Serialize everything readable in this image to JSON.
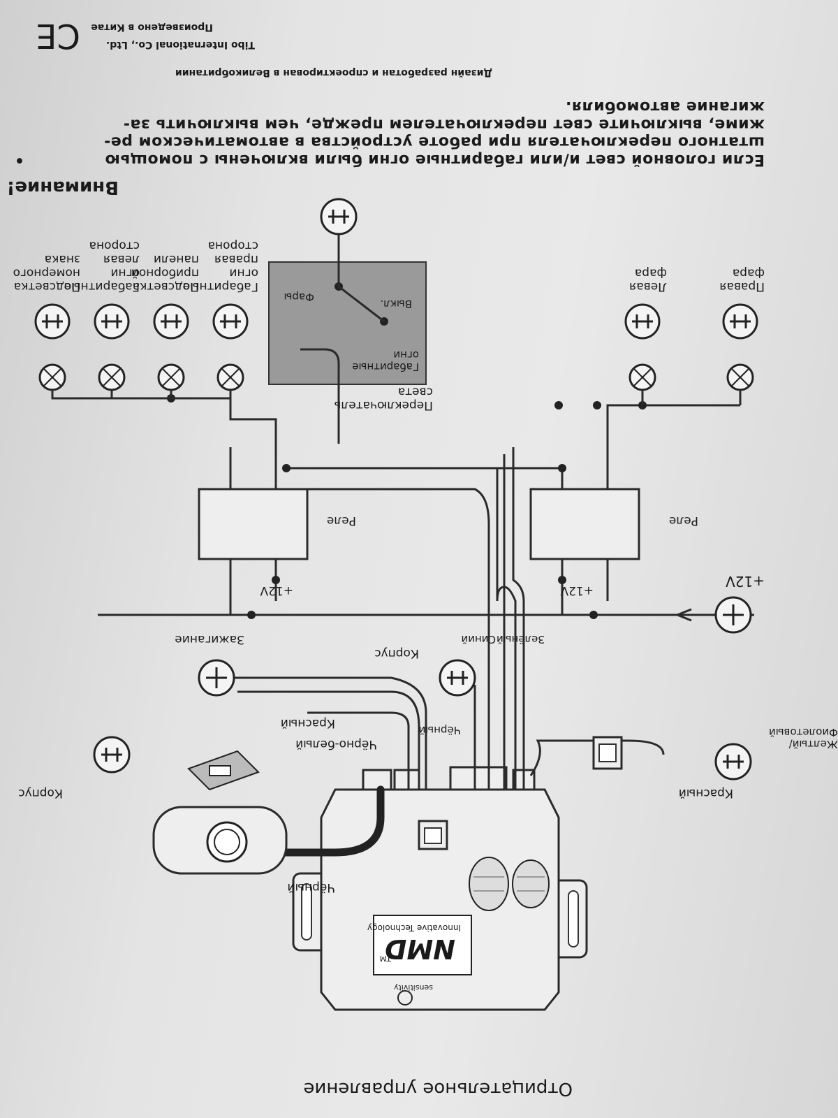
{
  "title": "Отрицательное управление",
  "brand": {
    "logo": "NMD",
    "tm": "TM",
    "tagline": "Innovative Technology",
    "sensitivity": "sensitivity"
  },
  "wires": {
    "black_sensor": "Чёрный",
    "black_white": "Чёрно-белый",
    "red_ignition": "Красный",
    "ignition": "Зажигание",
    "black_ground": "Чёрный",
    "yellow_violet": "Желтый/\nФиолетовый",
    "blue": "Синий",
    "green": "Зелёный",
    "red_fuse": "Красный",
    "ground_1": "Корпус",
    "ground_2": "Корпус"
  },
  "power": {
    "battery": "+12V",
    "relay_1": "+12V",
    "relay_2": "+12V"
  },
  "relays": [
    "Реле",
    "Реле"
  ],
  "switch": {
    "title": "Переключатель\nсвета",
    "positions": [
      "Габаритные\nогни",
      "Выкл.",
      "Фары"
    ]
  },
  "lamps": [
    "Правая\nфара",
    "Левая\nфара",
    "Габаритные\nогни\nправая\nсторона",
    "Подсветка\nприборной\nпанели",
    "Габаритные\nогни\nлевая\nсторона",
    "Подсветка\nномерного\nзнака"
  ],
  "warning": {
    "title": "Внимание!",
    "bullet": "•",
    "text": "Если головной свет и/или габаритные огни были включены с помощью\nштатного переключателя при работе устройства в автоматическом ре-\nжиме, выключите свет переключателем прежде, чем выключить за-\nжигание автомобиля."
  },
  "footer": {
    "design": "Дизайн разработан и спроектирован в Великобритании",
    "company": "Tibo International Co., Ltd.",
    "made": "Произведено в Китае",
    "ce": "CE"
  },
  "colors": {
    "paper": "#e6e6e6",
    "ink": "#222222",
    "switch_panel": "#9a9a9a"
  }
}
